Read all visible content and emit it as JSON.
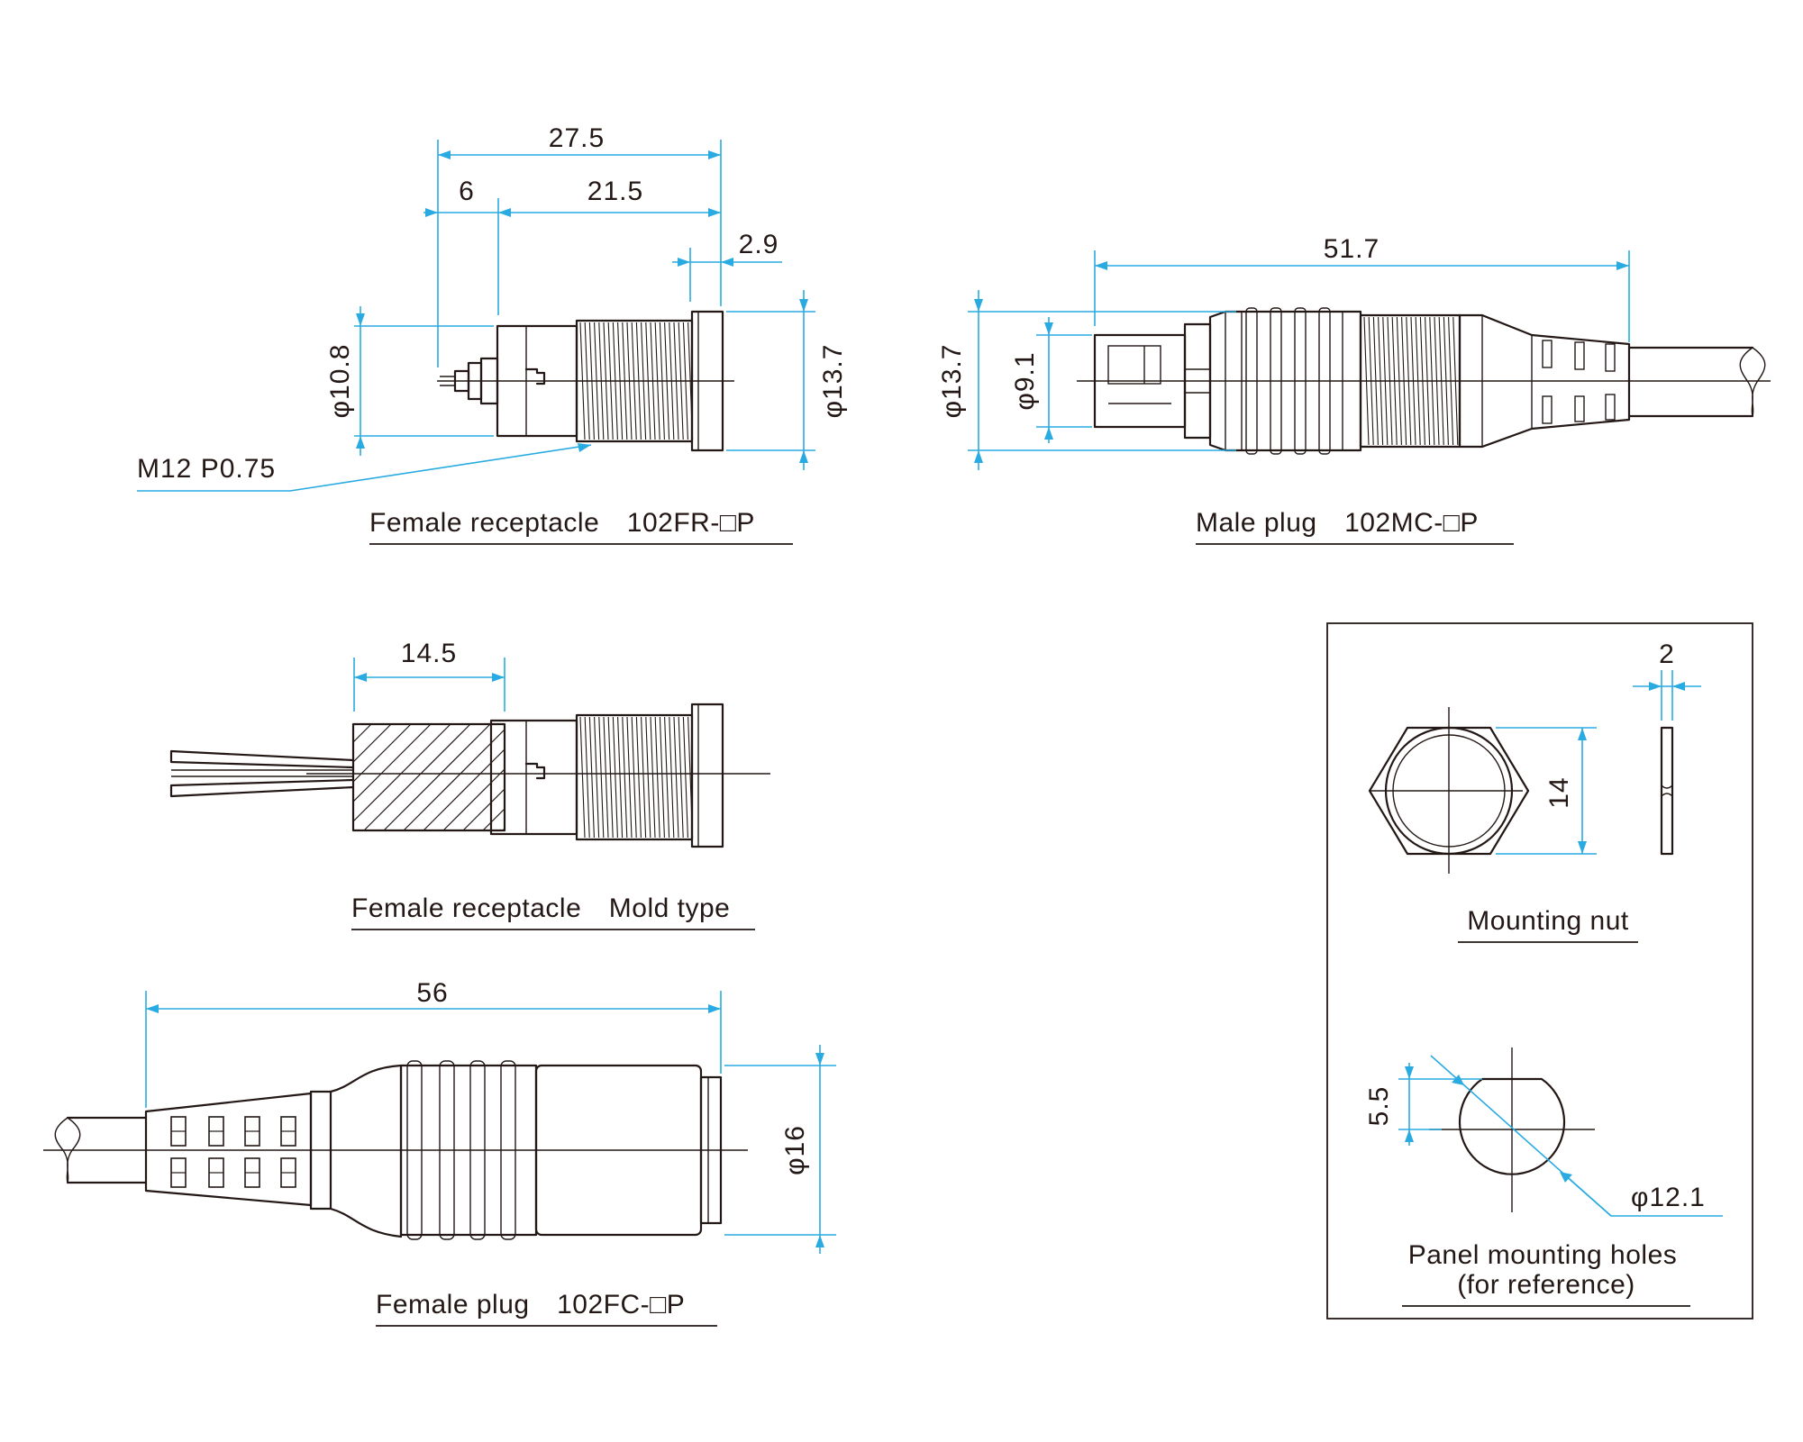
{
  "captions": {
    "female_receptacle": "Female receptacle　102FR-□P",
    "male_plug": "Male plug　102MC-□P",
    "mold_type": "Female receptacle　Mold type",
    "female_plug": "Female plug　102FC-□P",
    "mounting_nut": "Mounting nut",
    "panel_holes_line1": "Panel mounting holes",
    "panel_holes_line2": "(for reference)"
  },
  "dimensions": {
    "fr_overall": "27.5",
    "fr_pin": "6",
    "fr_body": "21.5",
    "fr_flange": "2.9",
    "fr_dia_body": "φ10.8",
    "fr_dia_flange": "φ13.7",
    "fr_thread": "M12 P0.75",
    "mc_overall": "51.7",
    "mc_dia_outer": "φ13.7",
    "mc_dia_inner": "φ9.1",
    "mold_length": "14.5",
    "fc_overall": "56",
    "fc_dia": "φ16",
    "nut_thickness": "2",
    "nut_across_flats": "14",
    "hole_flat": "5.5",
    "hole_dia": "φ12.1"
  },
  "colors": {
    "line": "#231815",
    "dimension": "#29abe2"
  }
}
